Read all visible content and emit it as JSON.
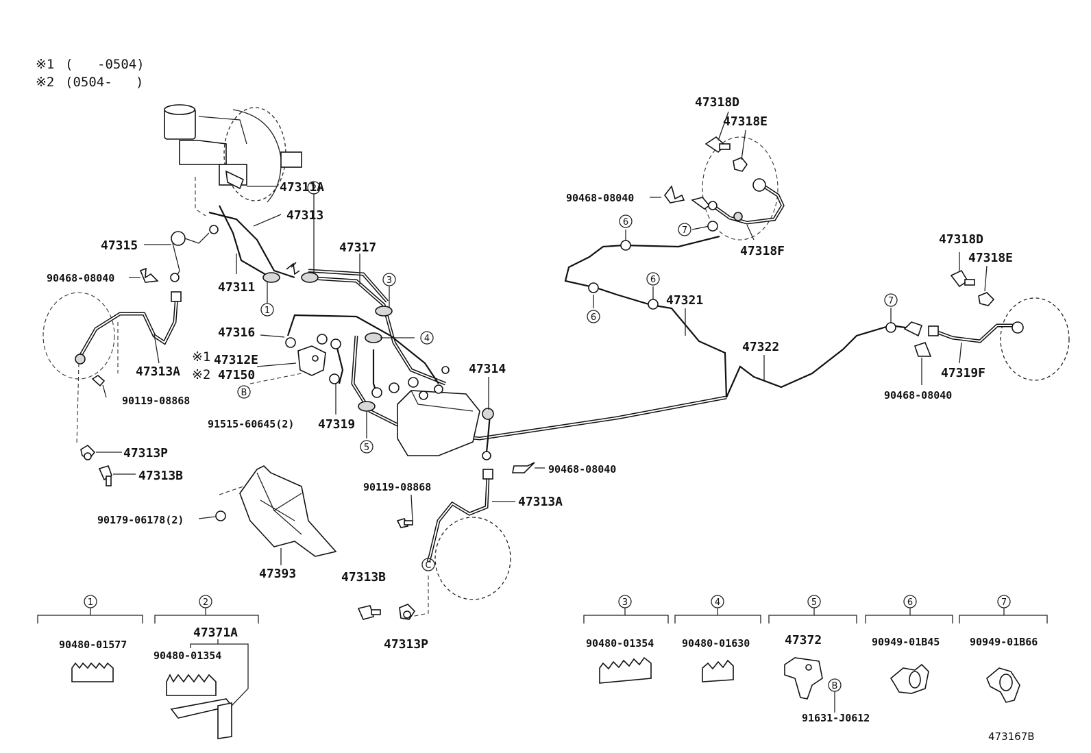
{
  "notes": {
    "n1_mark": "※1",
    "n1_open": "(",
    "n1_val": "-0504)",
    "n2_mark": "※2",
    "n2_val": "(0504-",
    "n2_close": ")"
  },
  "labels": {
    "p47311A": "47311A",
    "p47313": "47313",
    "p47315": "47315",
    "p90468_a": "90468-08040",
    "p47311": "47311",
    "p47317": "47317",
    "p47316": "47316",
    "p47312E_mark": "※1",
    "p47312E": "47312E",
    "p47150_mark": "※2",
    "p47150": "47150",
    "p91515": "91515-60645(2)",
    "p47319": "47319",
    "p47313A_l": "47313A",
    "p90119_l": "90119-08868",
    "p47313P_l": "47313P",
    "p47313B_l": "47313B",
    "p90179": "90179-06178(2)",
    "p47393": "47393",
    "p47314": "47314",
    "p90468_b": "90468-08040",
    "p90119_c": "90119-08868",
    "p47313A_c": "47313A",
    "p47313B_c": "47313B",
    "p47313P_c": "47313P",
    "p47318D_a": "47318D",
    "p47318E_a": "47318E",
    "p90468_c": "90468-08040",
    "p47318F": "47318F",
    "p47321": "47321",
    "p47322": "47322",
    "p47318D_b": "47318D",
    "p47318E_b": "47318E",
    "p47319F": "47319F",
    "p90468_d": "90468-08040",
    "diagram_code": "473167B"
  },
  "circle_refs": {
    "c1": "1",
    "c2": "2",
    "c3": "3",
    "c4": "4",
    "c5": "5",
    "c6a": "6",
    "c6b": "6",
    "c6c": "6",
    "c7a": "7",
    "c7b": "7",
    "cB1": "B",
    "cB2": "B",
    "cC": "C"
  },
  "legend": [
    {
      "ref": "1",
      "sub": "",
      "part": "90480-01577"
    },
    {
      "ref": "2",
      "sub": "47371A",
      "part": "90480-01354"
    },
    {
      "ref": "3",
      "sub": "",
      "part": "90480-01354"
    },
    {
      "ref": "4",
      "sub": "",
      "part": "90480-01630"
    },
    {
      "ref": "5",
      "sub": "47372",
      "part": "",
      "extra_ref": "B",
      "extra_part": "91631-J0612"
    },
    {
      "ref": "6",
      "sub": "",
      "part": "90949-01B45"
    },
    {
      "ref": "7",
      "sub": "",
      "part": "90949-01B66"
    }
  ]
}
